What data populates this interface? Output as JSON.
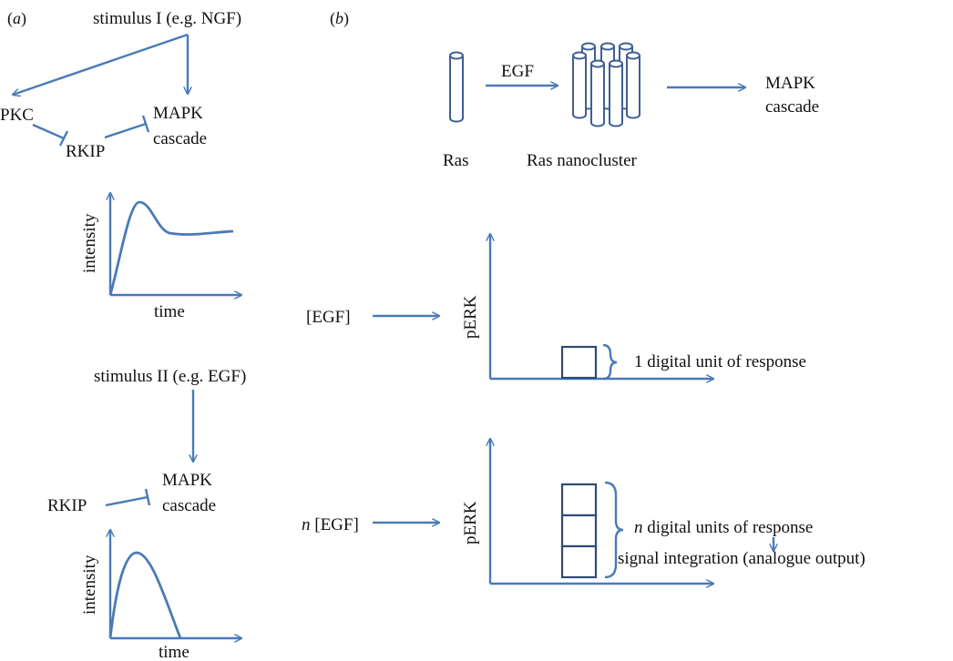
{
  "panel_a": {
    "label_prefix": "(",
    "label_letter": "a",
    "label_suffix": ")",
    "stimulus_1": "stimulus I (e.g. NGF)",
    "pkc": "PKC",
    "rkip_1": "RKIP",
    "mapk_1_line1": "MAPK",
    "mapk_1_line2": "cascade",
    "graph_1_ylabel": "intensity",
    "graph_1_xlabel": "time",
    "stimulus_2": "stimulus II (e.g. EGF)",
    "rkip_2": "RKIP",
    "mapk_2_line1": "MAPK",
    "mapk_2_line2": "cascade",
    "graph_2_ylabel": "intensity",
    "graph_2_xlabel": "time"
  },
  "panel_b": {
    "label_prefix": "(",
    "label_letter": "b",
    "label_suffix": ")",
    "egf_arrow": "EGF",
    "ras": "Ras",
    "ras_nanocluster": "Ras nanocluster",
    "mapk_line1": "MAPK",
    "mapk_line2": "cascade",
    "input_1": "[EGF]",
    "perk_1": "pERK",
    "unit_label": "1 digital unit of response",
    "input_2_n": "n",
    "input_2_rest": " [EGF]",
    "perk_2": "pERK",
    "units_n": "n",
    "units_rest": " digital units of response",
    "integration": "signal integration (analogue output)"
  },
  "colors": {
    "arrow": "#4a7ab8",
    "box_stroke": "#2f4a78",
    "text": "#111111"
  }
}
